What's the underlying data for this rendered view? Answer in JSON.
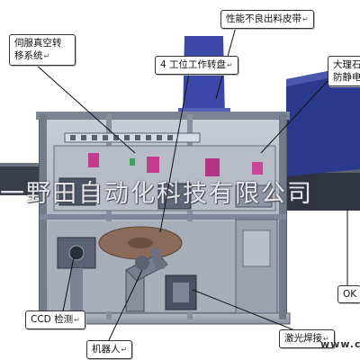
{
  "labels": {
    "servo_vacuum_transfer": "伺服真空转移系统",
    "four_station_turntable": "4 工位工作转盘",
    "defective_belt": "性能不良出料皮带",
    "marble_antistatic": "大理石防静电",
    "ccd_inspection": "CCD 检测",
    "robot": "机器人",
    "laser_welding": "激光焊接",
    "ok_output": "OK"
  },
  "return_mark": "↵",
  "watermark_company": "一野田自动化科技有限公司",
  "watermark_stamp": "www.c"
}
